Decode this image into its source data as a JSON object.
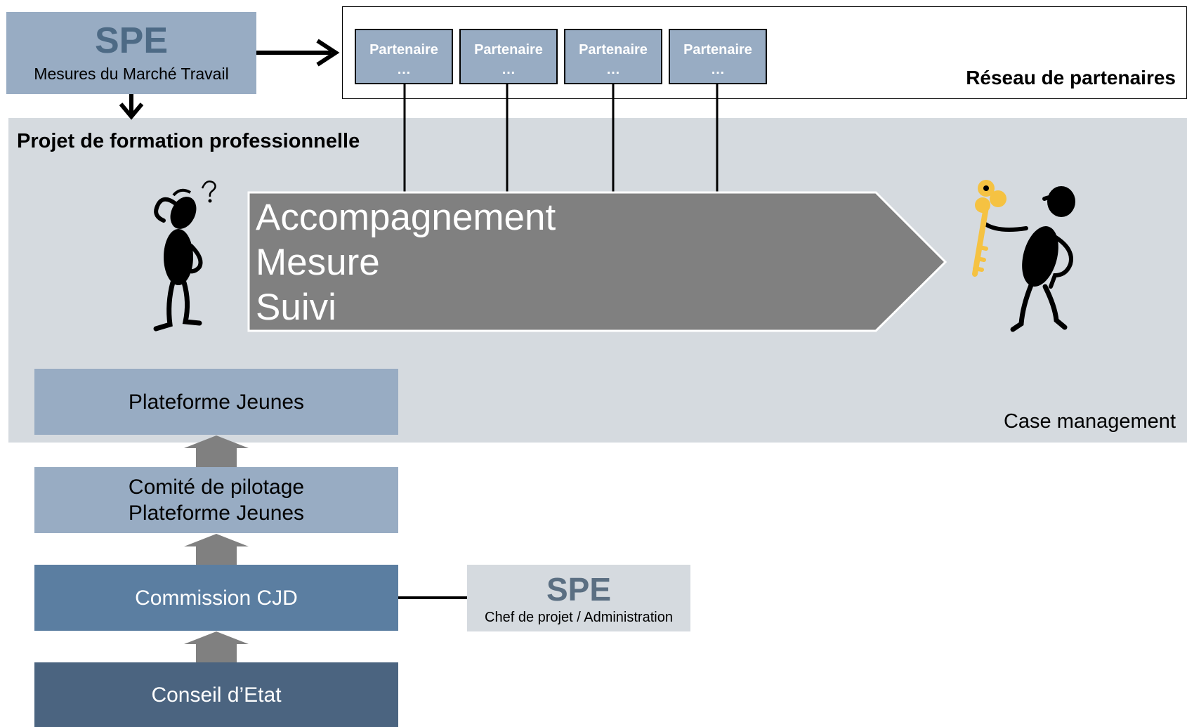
{
  "spe_top": {
    "title": "SPE",
    "subtitle": "Mesures du Marché Travail"
  },
  "partners": [
    {
      "label": "Partenaire",
      "sub": "…"
    },
    {
      "label": "Partenaire",
      "sub": "…"
    },
    {
      "label": "Partenaire",
      "sub": "…"
    },
    {
      "label": "Partenaire",
      "sub": "…"
    }
  ],
  "network_title": "Réseau de partenaires",
  "project_title": "Projet de formation professionnelle",
  "process": {
    "line1": "Accompagnement",
    "line2": "Mesure",
    "line3": "Suivi"
  },
  "case_label": "Case management",
  "stack": {
    "plateforme": "Plateforme Jeunes",
    "comite_line1": "Comité de pilotage",
    "comite_line2": "Plateforme Jeunes",
    "commission": "Commission CJD",
    "conseil": "Conseil d’Etat"
  },
  "spe_bottom": {
    "title": "SPE",
    "subtitle": "Chef de projet /  Administration"
  },
  "colors": {
    "light_blue": "#98acc3",
    "mid_blue": "#5b7ea1",
    "dark_blue": "#4b6480",
    "grey_panel": "#d5dadf",
    "arrow_grey": "#808080",
    "key_gold": "#f5c242"
  },
  "icons": [
    "confused-person-icon",
    "person-with-key-icon",
    "key-icon"
  ]
}
